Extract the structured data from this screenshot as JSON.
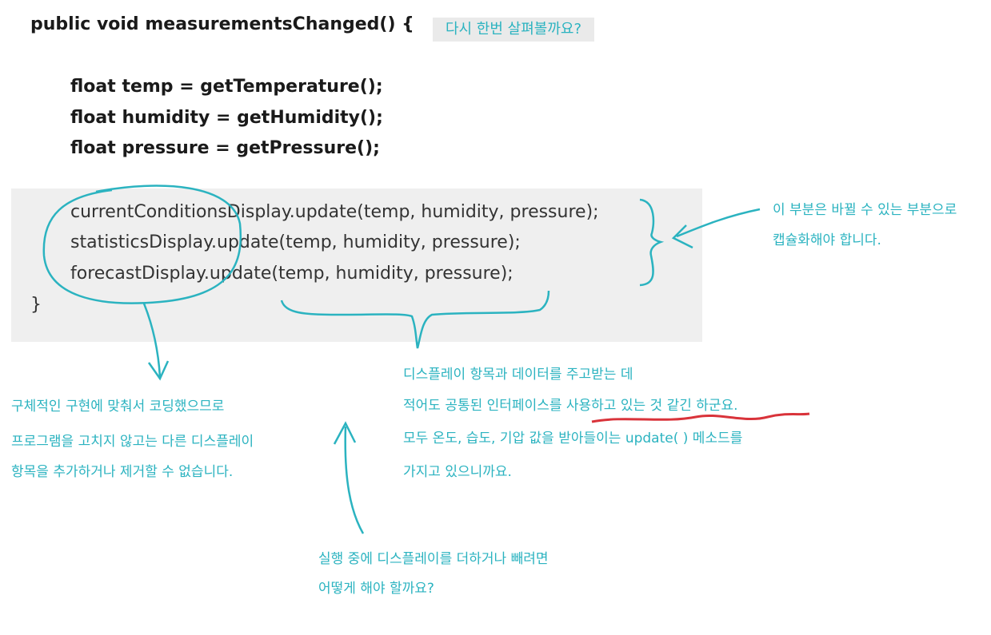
{
  "code": {
    "signature": "public void measurementsChanged() {",
    "temp_line": "float temp = getTemperature();",
    "humidity_line": "float humidity = getHumidity();",
    "pressure_line": "float pressure = getPressure();",
    "current_line": "currentConditionsDisplay.update(temp, humidity, pressure);",
    "statistics_line": "statisticsDisplay.update(temp, humidity, pressure);",
    "forecast_line": "forecastDisplay.update(temp, humidity, pressure);",
    "closing_brace": "}"
  },
  "annotations": {
    "tag": "다시 한번 살펴볼까요?",
    "encapsulate_1": "이 부분은 바뀔 수 있는 부분으로",
    "encapsulate_2": "캡슐화해야 합니다.",
    "concrete_1": "구체적인 구현에 맞춰서 코딩했으므로",
    "concrete_2": "프로그램을 고치지 않고는 다른 디스플레이",
    "concrete_3": "항목을 추가하거나 제거할 수 없습니다.",
    "interface_1": "디스플레이 항목과 데이터를 주고받는 데",
    "interface_2": "적어도 공통된 인터페이스를 사용하고 있는 것 같긴 하군요.",
    "interface_3": "모두 온도, 습도, 기압 값을 받아들이는 update( ) 메소드를",
    "interface_4": "가지고 있으니까요.",
    "runtime_1": "실행 중에 디스플레이를 더하거나 빼려면",
    "runtime_2": "어떻게 해야 할까요?"
  },
  "colors": {
    "annotation": "#2bb3c0",
    "underline": "#d9333a",
    "shade": "#efefef"
  }
}
